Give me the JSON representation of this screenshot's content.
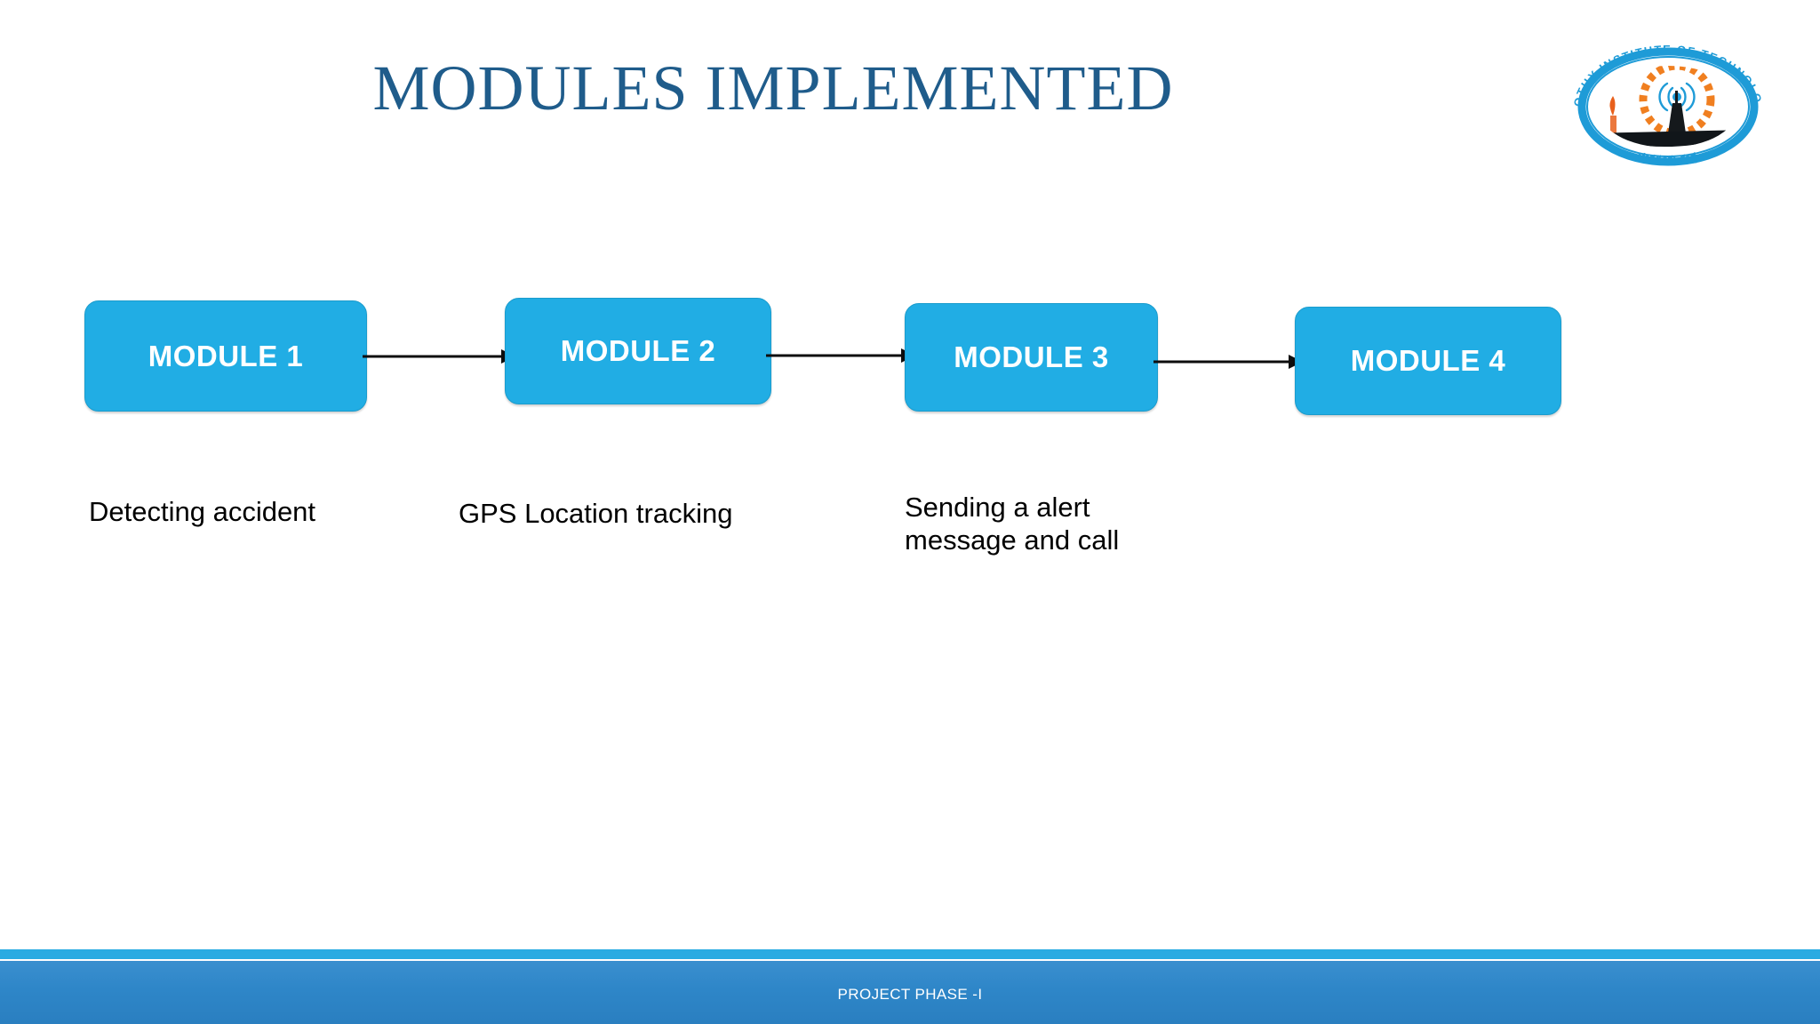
{
  "slide": {
    "title": "MODULES IMPLEMENTED",
    "title_color": "#1F5C8B",
    "background": "#FFFFFF"
  },
  "logo": {
    "name": "jyothy-institute-of-technology-logo",
    "outer_text": "JYOTHY INSTITUTE OF TECHNOLOGY",
    "kannada_text": "ಬೆಂಗಳೂರು",
    "ring_color": "#1E9BD7",
    "gear_color": "#F07F20",
    "tower_color": "#1A1A1A",
    "flame_color": "#E8601C"
  },
  "flow": {
    "boxes": [
      {
        "label": "MODULE 1",
        "fill": "#21ADE4",
        "text_color": "#FFFFFF"
      },
      {
        "label": "MODULE 2",
        "fill": "#21ADE4",
        "text_color": "#FFFFFF"
      },
      {
        "label": "MODULE 3",
        "fill": "#21ADE4",
        "text_color": "#FFFFFF"
      },
      {
        "label": "MODULE 4",
        "fill": "#21ADE4",
        "text_color": "#FFFFFF"
      }
    ],
    "arrows": [
      {
        "name": "arrow-module1-to-module2"
      },
      {
        "name": "arrow-module2-to-module3"
      },
      {
        "name": "arrow-module3-to-module4"
      }
    ],
    "captions": [
      "Detecting accident",
      "GPS Location tracking",
      "Sending a alert\nmessage and call",
      ""
    ]
  },
  "footer": {
    "text": "PROJECT PHASE -I",
    "strip_color": "#29ABE2",
    "bar_color": "#2E86C8",
    "text_color": "#FFFFFF"
  }
}
